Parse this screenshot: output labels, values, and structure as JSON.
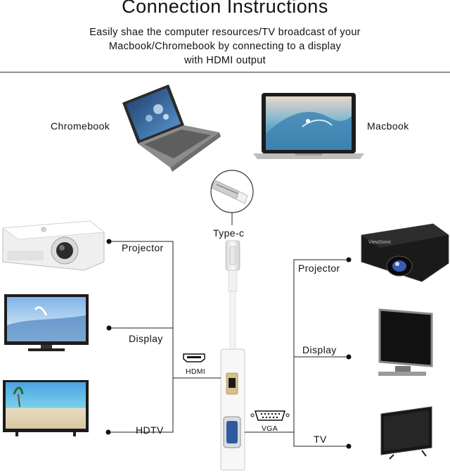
{
  "title": "Connection Instructions",
  "subtitle_lines": [
    "Easily shae the computer resources/TV broadcast of your",
    "Macbook/Chromebook by connecting to a display",
    "with HDMI output"
  ],
  "devices": {
    "chromebook": "Chromebook",
    "macbook": "Macbook",
    "type_c": "Type-c"
  },
  "hdmi_side": {
    "port_label": "HDMI",
    "items": [
      "Projector",
      "Display",
      "HDTV"
    ]
  },
  "vga_side": {
    "port_label": "VGA",
    "items": [
      "Projector",
      "Display",
      "TV"
    ]
  }
}
